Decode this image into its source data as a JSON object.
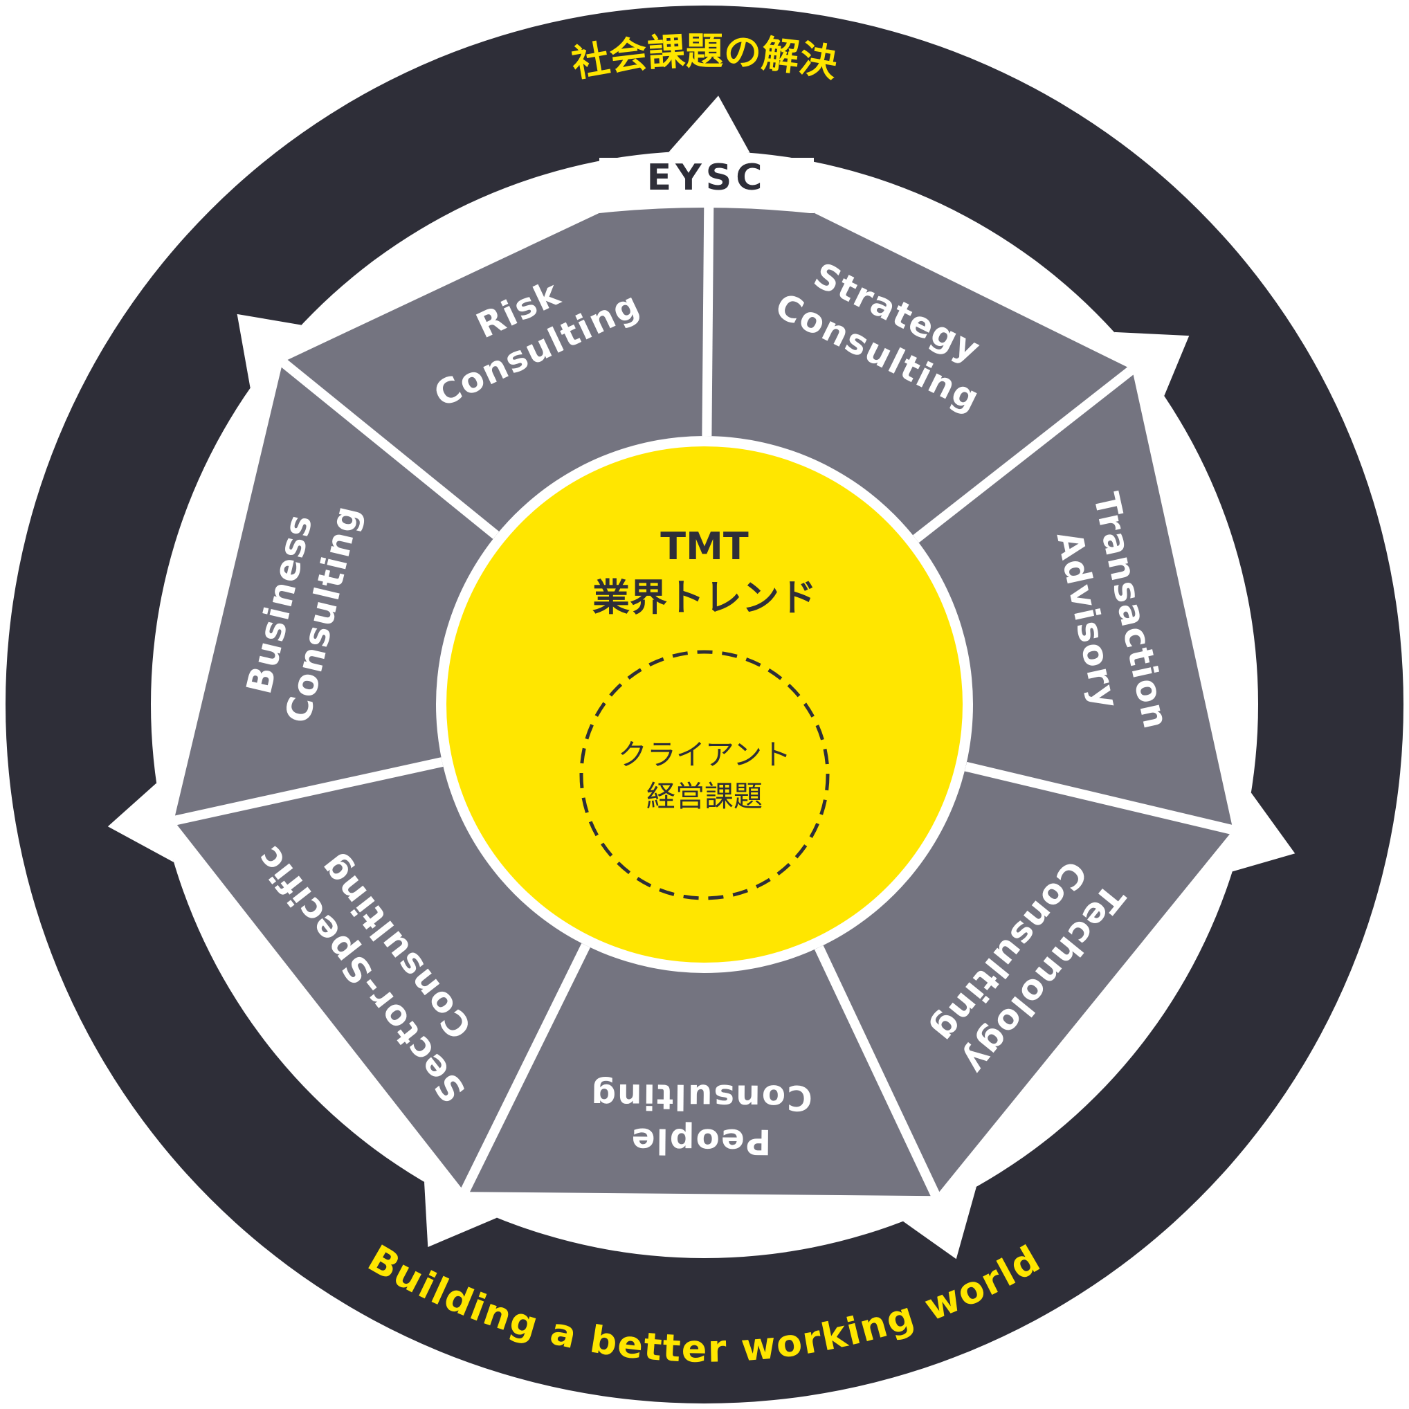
{
  "top_title": "社会課題の解決",
  "bottom_title": "Building a better working world",
  "eysc_label": "EYSC",
  "center": {
    "line1": "TMT",
    "line2": "業界トレンド",
    "inner_line1": "クライアント",
    "inner_line2": "経営課題"
  },
  "segments": [
    {
      "line1": "Risk",
      "line2": "Consulting"
    },
    {
      "line1": "Strategy",
      "line2": "Consulting"
    },
    {
      "line1": "Transaction",
      "line2": "Advisory"
    },
    {
      "line1": "Technology",
      "line2": "Consulting"
    },
    {
      "line1": "People",
      "line2": "Consulting"
    },
    {
      "line1": "Sector-Specific",
      "line2": "Consulting"
    },
    {
      "line1": "Business",
      "line2": "Consulting"
    }
  ],
  "colors": {
    "outer_ring": "#2e2e38",
    "segment": "#747480",
    "center": "#ffe600",
    "accent_text": "#ffe600",
    "divider": "#ffffff"
  }
}
